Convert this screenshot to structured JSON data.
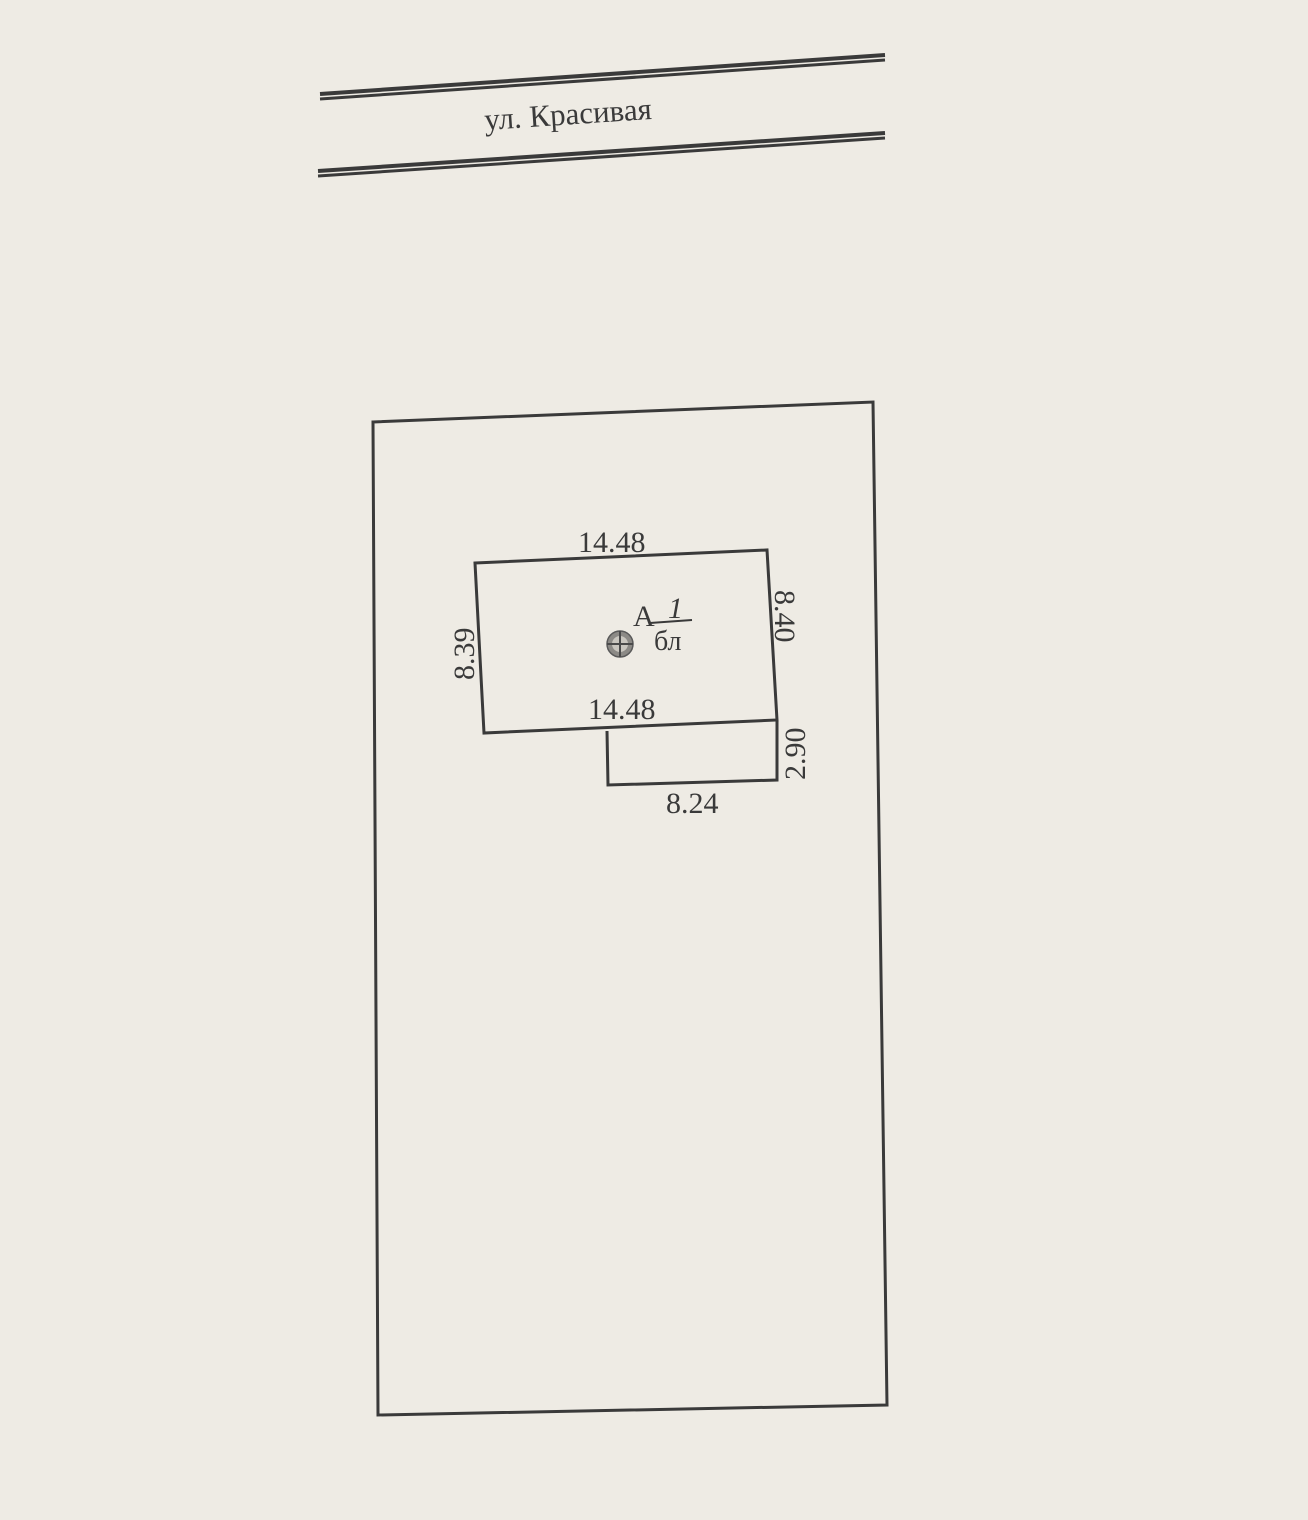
{
  "street": {
    "name": "ул. Красивая"
  },
  "building": {
    "label": "А",
    "fraction_top": "1",
    "fraction_bottom": "бл",
    "top_length": "14.48",
    "left_length": "8.39",
    "right_length": "8.40",
    "bottom_length": "14.48"
  },
  "extension": {
    "bottom_length": "8.24",
    "right_length": "2.90"
  },
  "colors": {
    "paper": "#eeebe4",
    "ink": "#3a3a3a"
  }
}
